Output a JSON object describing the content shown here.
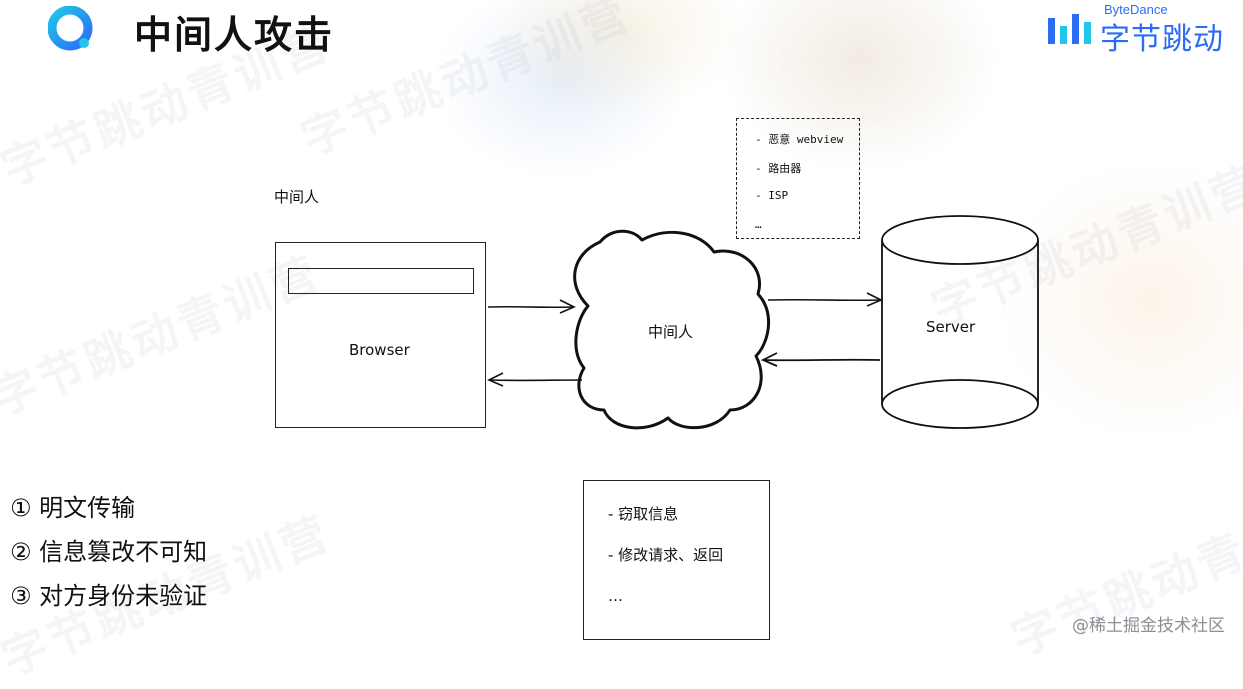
{
  "header": {
    "title": "中间人攻击",
    "brand_en": "ByteDance",
    "brand_cn": "字节跳动"
  },
  "watermark_text": "字节跳动青训营",
  "diagram": {
    "top_label": "中间人",
    "browser_label": "Browser",
    "cloud_label": "中间人",
    "server_label": "Server",
    "attack_sources": [
      "- 恶意 webview",
      "- 路由器",
      "- ISP",
      "…"
    ],
    "actions": [
      "-  窃取信息",
      "-  修改请求、返回",
      "…"
    ]
  },
  "issues": [
    "① 明文传输",
    "② 信息篡改不可知",
    "③ 对方身份未验证"
  ],
  "footer": {
    "credit": "@稀土掘金技术社区"
  },
  "colors": {
    "brand_blue": "#2a6df4",
    "logo_cyan": "#21c6e8"
  }
}
